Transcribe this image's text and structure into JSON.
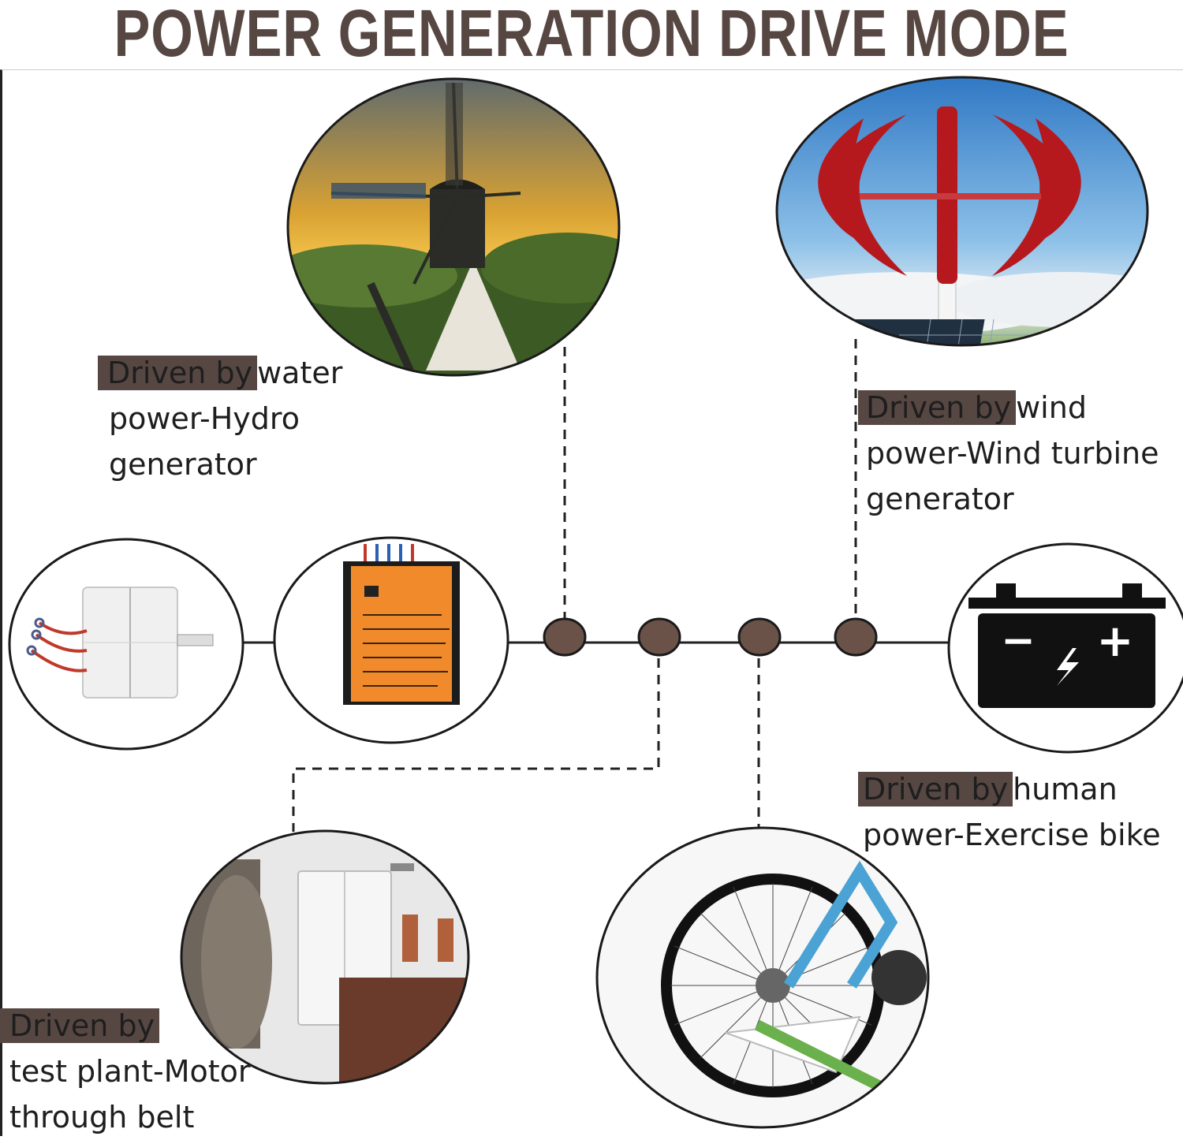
{
  "title": "POWER GENERATION DRIVE MODE",
  "labels": {
    "hydro": {
      "highlight": "Driven by",
      "line1": "water",
      "line2": "power-Hydro",
      "line3": "generator"
    },
    "wind": {
      "highlight": "Driven by",
      "line1": "wind",
      "line2": "power-Wind turbine",
      "line3": "generator"
    },
    "human": {
      "highlight": "Driven by",
      "line1": "human",
      "line2": "power-Exercise bike"
    },
    "test": {
      "highlight": "Driven by",
      "line1": "",
      "line2": "test plant-Motor",
      "line3": "through belt"
    }
  },
  "battery": {
    "minus": "−",
    "plus": "+"
  },
  "icons": {
    "windmill": "windmill-photo",
    "wind_turbine": "vertical-wind-turbine-photo",
    "generator": "generator-photo",
    "controller": "charge-controller-photo",
    "battery": "battery-icon",
    "test_plant": "motor-belt-photo",
    "bike": "exercise-bike-photo"
  },
  "colors": {
    "title": "#574743",
    "highlight": "#574743",
    "node": "#6b5249",
    "controller": "#f08a2a",
    "turbine": "#b5191e"
  }
}
